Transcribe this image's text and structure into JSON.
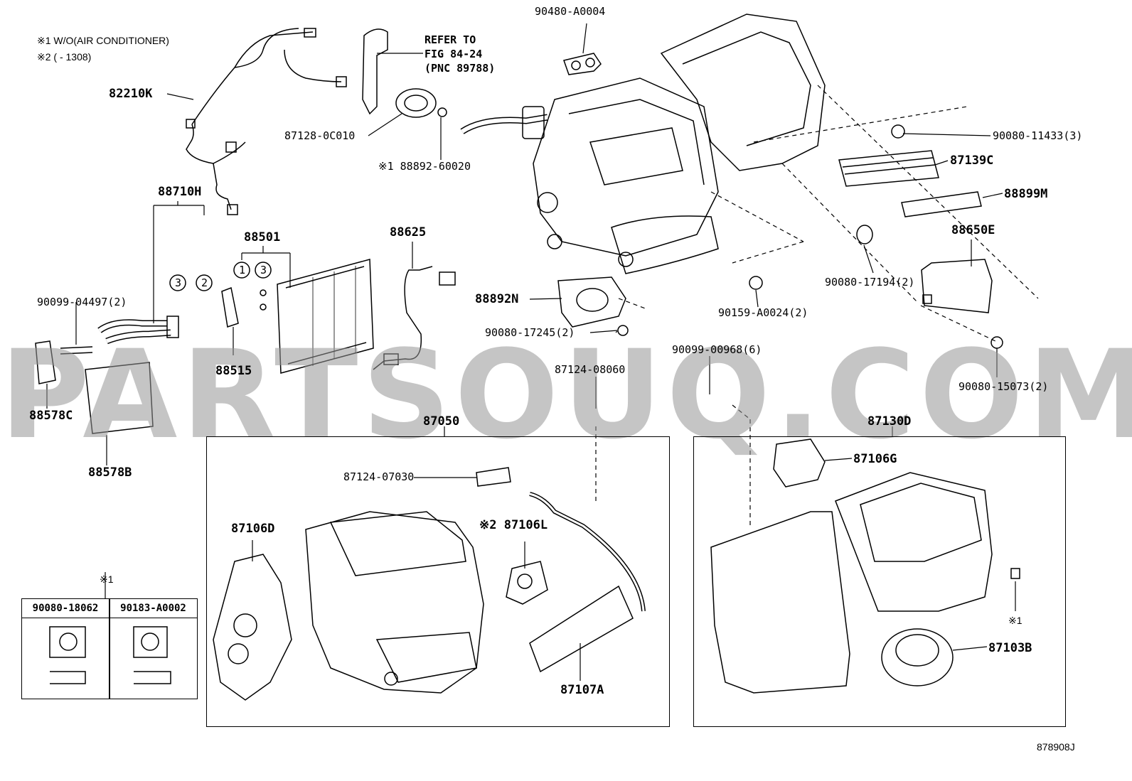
{
  "diagram": {
    "notes": {
      "note1": "※1 W/O(AIR CONDITIONER)",
      "note2": "※2 (     - 1308)"
    },
    "refer": {
      "line1": "REFER TO",
      "line2": "FIG 84-24",
      "line3": "(PNC 89788)"
    },
    "parts": {
      "p82210K": "82210K",
      "p87128": "87128-0C010",
      "p88892": "※1 88892-60020",
      "p90480": "90480-A0004",
      "p90080_11433": "90080-11433(3)",
      "p87139C": "87139C",
      "p88899M": "88899M",
      "p88650E": "88650E",
      "p90080_17194": "90080-17194(2)",
      "p88710H": "88710H",
      "p88501": "88501",
      "p88625": "88625",
      "p88892N": "88892N",
      "p90080_17245": "90080-17245(2)",
      "p90159": "90159-A0024(2)",
      "p90099_04497": "90099-04497(2)",
      "p88515": "88515",
      "p88578C": "88578C",
      "p88578B": "88578B",
      "p90099_00968": "90099-00968(6)",
      "p90080_15073": "90080-15073(2)",
      "p87124_08060": "87124-08060",
      "p87050": "87050",
      "p87130D": "87130D",
      "p87124_07030": "87124-07030",
      "p87106D": "87106D",
      "p87106L": "※2 87106L",
      "p87107A": "87107A",
      "p87106G": "87106G",
      "p87103B": "87103B",
      "star1a": "※1",
      "star1b": "※1"
    },
    "circle_refs": {
      "c3a": "3",
      "c2": "2",
      "c1": "1",
      "c3b": "3"
    },
    "table": {
      "col1": "90080-18062",
      "col2": "90183-A0002"
    },
    "figure_code": "878908J",
    "watermark": "PARTSOUQ.COM"
  }
}
